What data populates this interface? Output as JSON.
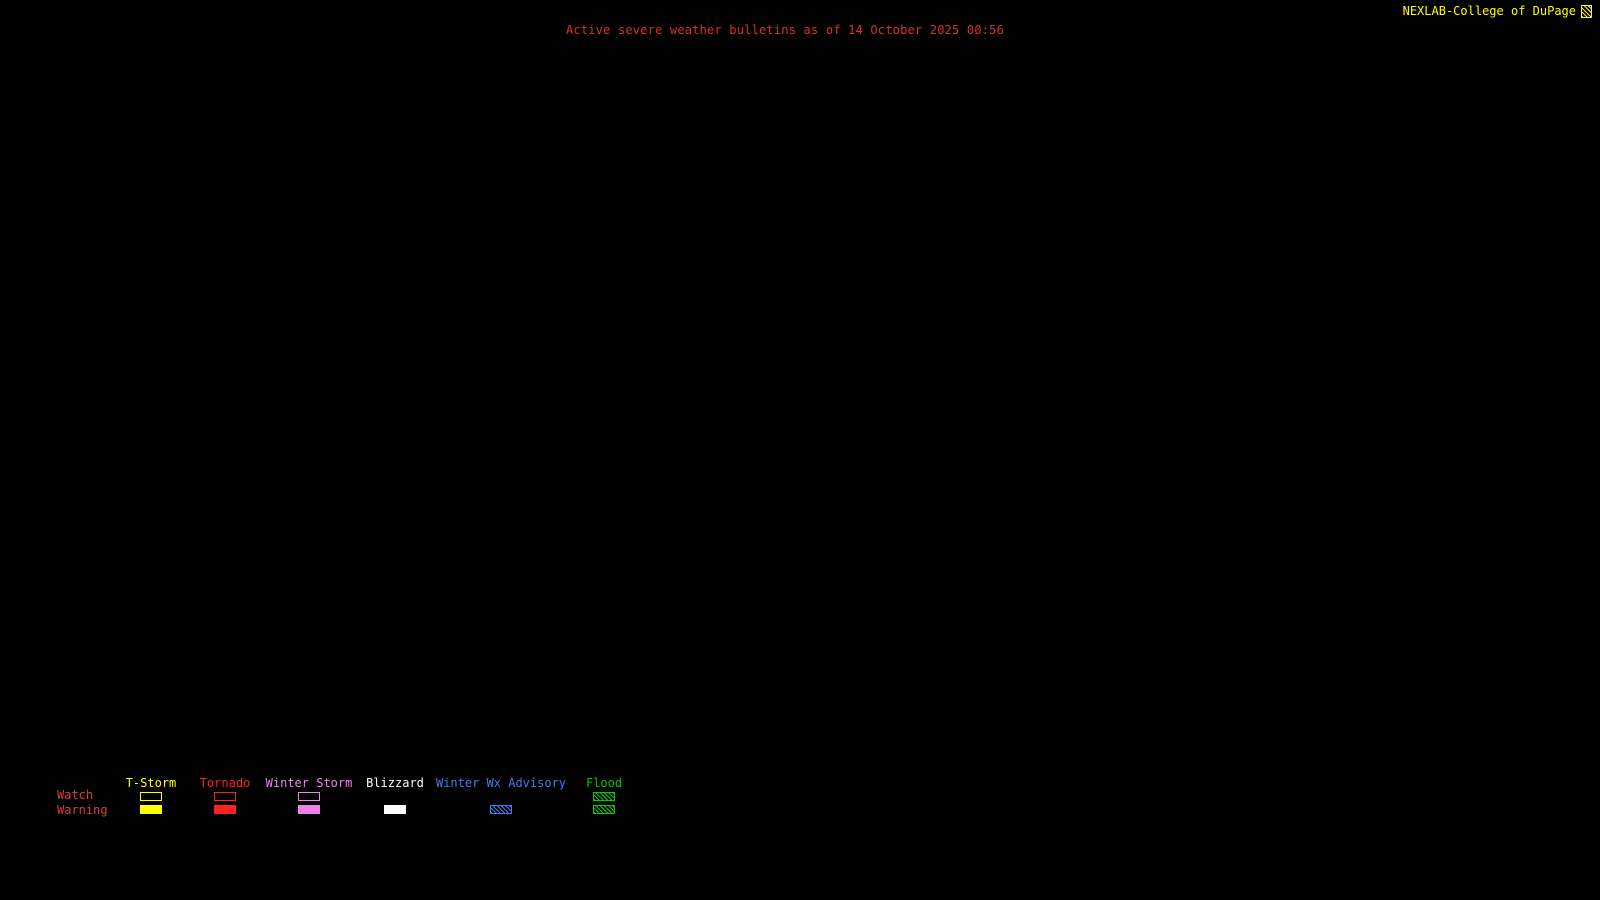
{
  "page": {
    "background": "#000000"
  },
  "header": {
    "bulletin_title": "Active severe weather bulletins as of 14 October 2025 00:56",
    "title_color": "#d93030",
    "brand_label": "NEXLAB-College of DuPage",
    "brand_color": "#ffff00",
    "brand_icon": "flag-glyph"
  },
  "legend": {
    "row_labels": {
      "watch": "Watch",
      "warning": "Warning"
    },
    "row_label_color": "#d94040",
    "columns": [
      {
        "label": "T-Storm",
        "color": "#ffff00",
        "watch_style": "outline",
        "warning_style": "fill"
      },
      {
        "label": "Tornado",
        "color": "#ff2020",
        "watch_style": "outline",
        "warning_style": "fill"
      },
      {
        "label": "Winter Storm",
        "color": "#ee82ee",
        "watch_style": "outline",
        "warning_style": "fill"
      },
      {
        "label": "Blizzard",
        "color": "#ffffff",
        "watch_style": "none",
        "warning_style": "fill"
      },
      {
        "label": "Winter Wx Advisory",
        "color": "#4878f0",
        "watch_style": "none",
        "warning_style": "hatch"
      },
      {
        "label": "Flood",
        "color": "#00cc00",
        "watch_style": "hatch",
        "warning_style": "hatch"
      }
    ]
  }
}
